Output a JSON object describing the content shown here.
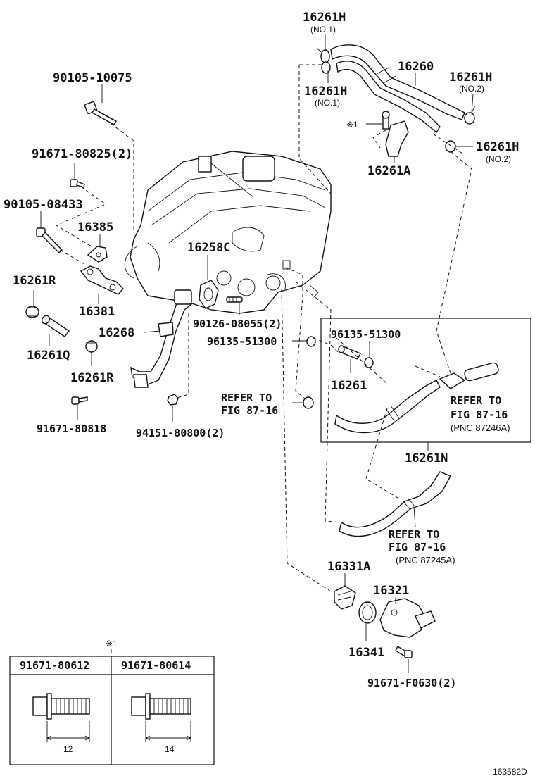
{
  "labels": {
    "p16261H_top": "16261H",
    "p16261H_top_sub": "(NO.1)",
    "p16261H_mid": "16261H",
    "p16261H_mid_sub": "(NO.1)",
    "p16261H_r1": "16261H",
    "p16261H_r1_sub": "(NO.2)",
    "p16261H_r2": "16261H",
    "p16261H_r2_sub": "(NO.2)",
    "p16260": "16260",
    "p16261A": "16261A",
    "note_mark": "※1",
    "p90105_10075": "90105-10075",
    "p91671_80825": "91671-80825(2)",
    "p90105_08433": "90105-08433",
    "p16385": "16385",
    "p16381": "16381",
    "p16258C": "16258C",
    "p16261R_a": "16261R",
    "p16261Q": "16261Q",
    "p16261R_b": "16261R",
    "p16268": "16268",
    "p90126_08055": "90126-08055(2)",
    "p96135_51300_a": "96135-51300",
    "p96135_51300_b": "96135-51300",
    "p16261": "16261",
    "p91671_80818": "91671-80818",
    "p94151_80800": "94151-80800(2)",
    "refer_left_1": "REFER TO",
    "refer_left_2": "FIG 87-16",
    "refer_right_1": "REFER TO",
    "refer_right_2": "FIG 87-16",
    "refer_right_3": "(PNC 87246A)",
    "p16261N": "16261N",
    "refer_bottom_1": "REFER TO",
    "refer_bottom_2": "FIG 87-16",
    "refer_bottom_3": "(PNC 87245A)",
    "p16331A": "16331A",
    "p16321": "16321",
    "p16341": "16341",
    "p91671_F0630": "91671-F0630(2)",
    "diagram_code": "163582D"
  },
  "table": {
    "mark": "※1",
    "col1": "91671-80612",
    "col2": "91671-80614",
    "dim1": "12",
    "dim2": "14"
  }
}
